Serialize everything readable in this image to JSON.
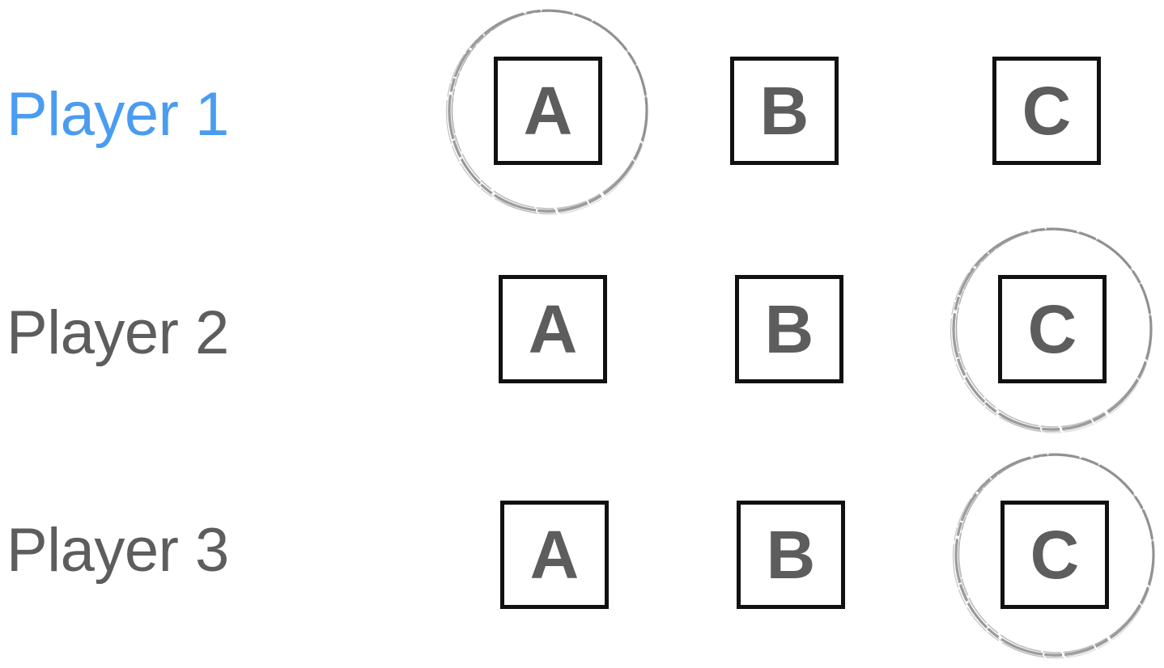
{
  "colors": {
    "active_player": "#4a9cf0",
    "inactive_player": "#5d5d5d",
    "letter": "#5d5d5d",
    "box_border": "#111111",
    "ring": "#8a8a8a"
  },
  "players": [
    {
      "label": "Player 1",
      "active": true,
      "options": [
        "A",
        "B",
        "C"
      ],
      "selected": "A"
    },
    {
      "label": "Player 2",
      "active": false,
      "options": [
        "A",
        "B",
        "C"
      ],
      "selected": "C"
    },
    {
      "label": "Player 3",
      "active": false,
      "options": [
        "A",
        "B",
        "C"
      ],
      "selected": "C"
    }
  ]
}
